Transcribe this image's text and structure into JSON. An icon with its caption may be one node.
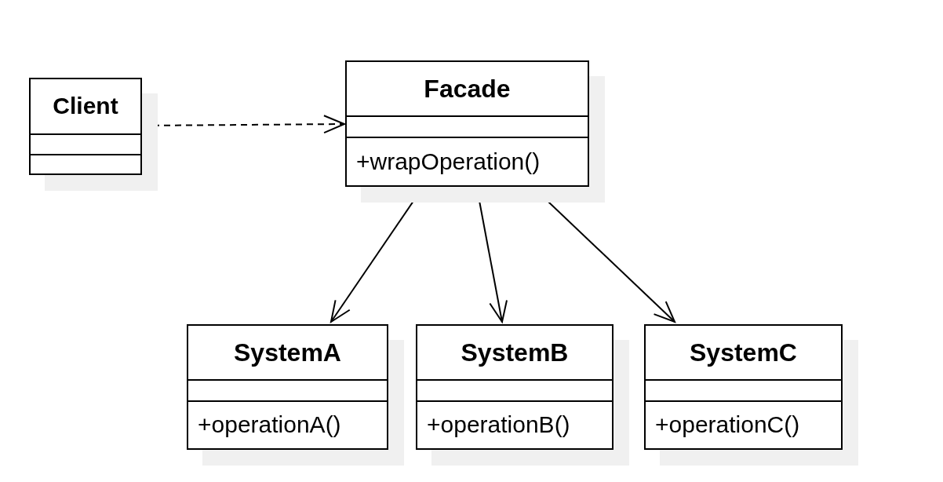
{
  "diagram": {
    "nodes": [
      {
        "text": [
          "Client"
        ]
      },
      {
        "text": [
          "Facade",
          "+wrapOperation()"
        ]
      },
      {
        "text": [
          "SystemA",
          "+operationA()"
        ]
      },
      {
        "text": [
          "SystemB",
          "+operationB()"
        ]
      },
      {
        "text": [
          "SystemC",
          "+operationC()"
        ]
      }
    ],
    "edges": [
      {
        "from": 0,
        "to": 1,
        "arrow": "to",
        "style": "dashed"
      },
      {
        "from": 1,
        "to": 2,
        "arrow": "to"
      },
      {
        "from": 1,
        "to": 3,
        "arrow": "to"
      },
      {
        "from": 1,
        "to": 4,
        "arrow": "to"
      }
    ]
  }
}
